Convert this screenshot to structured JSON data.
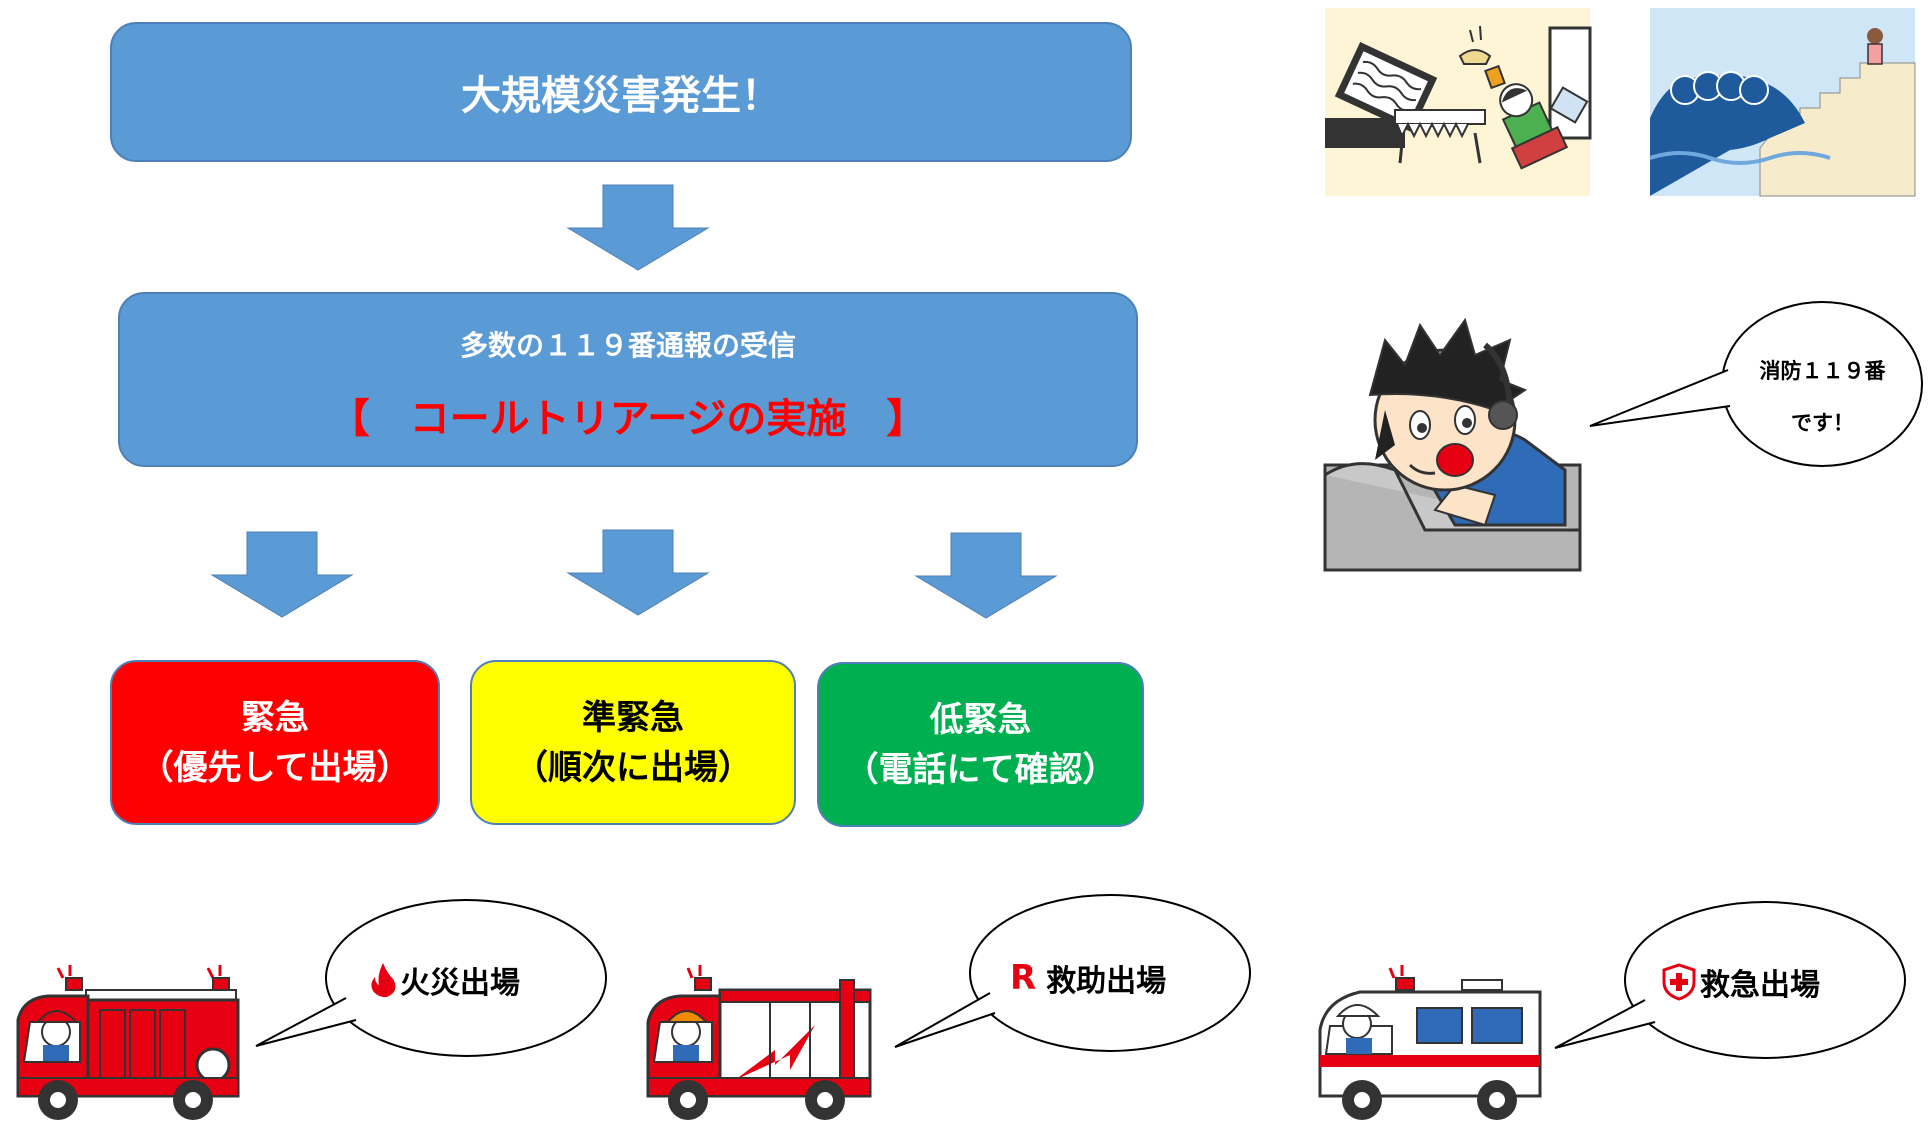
{
  "flow": {
    "top_box": "大規模災害発生！",
    "second_box": {
      "line1": "多数の１１９番通報の受信",
      "line2": "【　コールトリアージの実施　】"
    },
    "categories": [
      {
        "title": "緊急",
        "sub": "（優先して出場）",
        "color": "#ff0000",
        "text_color": "#ffffff"
      },
      {
        "title": "準緊急",
        "sub": "（順次に出場）",
        "color": "#ffff00",
        "text_color": "#000000"
      },
      {
        "title": "低緊急",
        "sub": "（電話にて確認）",
        "color": "#00b050",
        "text_color": "#ffffff"
      }
    ]
  },
  "operator": {
    "speech_line1": "消防１１９番",
    "speech_line2": "です！"
  },
  "dispatch": [
    {
      "label": "火災出場",
      "icon": "flame-icon"
    },
    {
      "label": "救助出場",
      "icon": "rescue-r-icon"
    },
    {
      "label": "救急出場",
      "icon": "medical-shield-icon"
    }
  ],
  "colors": {
    "box_blue": "#5b9bd5",
    "arrow_blue": "#5b9bd5",
    "accent_red": "#ff0000"
  }
}
